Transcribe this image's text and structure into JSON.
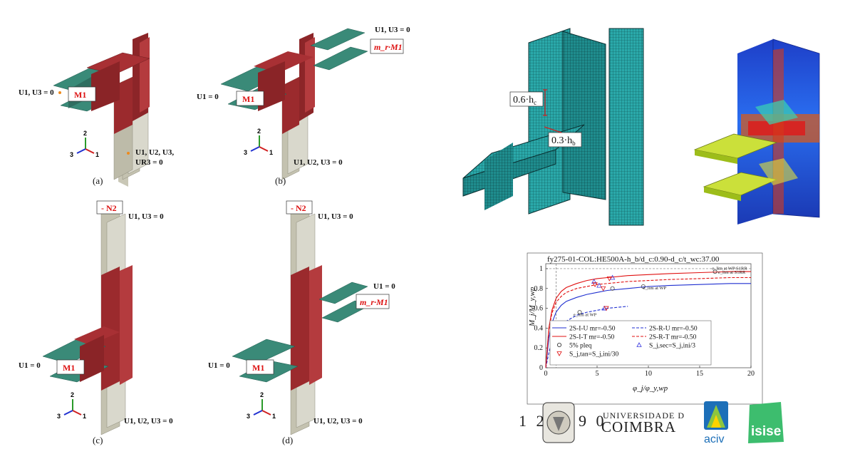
{
  "panels": [
    {
      "caption": "(a)",
      "load": "M1",
      "bcs": [
        "U1, U3 = 0",
        "U1, U2, U3,",
        "UR3 = 0"
      ]
    },
    {
      "caption": "(b)",
      "load": "m_r·M1",
      "load_main": "M1",
      "bcs": [
        "U1, U3 = 0",
        "U1 = 0",
        "U1, U2, U3 = 0"
      ]
    },
    {
      "caption": "(c)",
      "load": "M1",
      "axial": "- N2",
      "bcs": [
        "U1, U3 = 0",
        "U1 = 0",
        "U1, U2, U3 = 0"
      ]
    },
    {
      "caption": "(d)",
      "load": "M1",
      "load_r": "m_r·M1",
      "axial": "- N2",
      "bcs": [
        "U1, U3 = 0",
        "U1 = 0",
        "U1 = 0",
        "U1, U2, U3 = 0"
      ]
    }
  ],
  "axes": {
    "x": "1",
    "y": "2",
    "z": "3"
  },
  "mesh": {
    "label_hc": "0.6·h",
    "sub_c": "c",
    "label_hb": "0.3·h",
    "sub_b": "b"
  },
  "chart_data": {
    "type": "line",
    "title": "fy275-01-COL:HE500A-h_b/d_c:0.90-d_c/t_wc:37.00",
    "xlabel": "φ_j/φ_y,wp",
    "ylabel": "M_j/M_y,wp",
    "xlim": [
      0,
      20
    ],
    "ylim": [
      0,
      1.05
    ],
    "xticks": [
      0,
      5,
      10,
      15,
      20
    ],
    "yticks": [
      0,
      0.2,
      0.4,
      0.6,
      0.8,
      1
    ],
    "series": [
      {
        "name": "2S-I-U mr=-0.50",
        "color": "#1f2fd0",
        "dash": "solid",
        "x": [
          0,
          0.3,
          0.6,
          1,
          1.5,
          2,
          3,
          4,
          5,
          6,
          8,
          10,
          12,
          15,
          18,
          20
        ],
        "y": [
          0,
          0.3,
          0.45,
          0.56,
          0.63,
          0.67,
          0.71,
          0.74,
          0.76,
          0.78,
          0.8,
          0.82,
          0.83,
          0.84,
          0.85,
          0.85
        ]
      },
      {
        "name": "2S-I-T mr=-0.50",
        "color": "#e01010",
        "dash": "solid",
        "x": [
          0,
          0.3,
          0.6,
          1,
          1.5,
          2,
          3,
          4,
          5,
          6,
          8,
          10,
          12,
          15,
          18,
          20
        ],
        "y": [
          0,
          0.4,
          0.58,
          0.7,
          0.77,
          0.81,
          0.85,
          0.88,
          0.9,
          0.91,
          0.93,
          0.94,
          0.95,
          0.96,
          0.97,
          0.97
        ]
      },
      {
        "name": "2S-R-U mr=-0.50",
        "color": "#1f2fd0",
        "dash": "dashed",
        "x": [
          0,
          0.3,
          0.6,
          1,
          1.5,
          2,
          3,
          4,
          5,
          6,
          7,
          8
        ],
        "y": [
          0,
          0.15,
          0.27,
          0.35,
          0.42,
          0.47,
          0.53,
          0.56,
          0.58,
          0.6,
          0.61,
          0.62
        ]
      },
      {
        "name": "2S-R-T mr=-0.50",
        "color": "#e01010",
        "dash": "dashed",
        "x": [
          0,
          0.3,
          0.6,
          1,
          1.5,
          2,
          3,
          4,
          5,
          6,
          8,
          10,
          12,
          15,
          18,
          20
        ],
        "y": [
          0,
          0.38,
          0.55,
          0.66,
          0.72,
          0.76,
          0.8,
          0.82,
          0.84,
          0.85,
          0.87,
          0.88,
          0.89,
          0.9,
          0.91,
          0.91
        ]
      }
    ],
    "markers": [
      {
        "series": "2S-I-U mr=-0.50",
        "kind": "circle",
        "x": 9.5,
        "y": 0.82
      },
      {
        "series": "2S-I-T mr=-0.50",
        "kind": "circle",
        "x": 16.5,
        "y": 0.97
      },
      {
        "series": "2S-R-U mr=-0.50",
        "kind": "circle",
        "x": 3.3,
        "y": 0.56
      },
      {
        "series": "2S-R-T mr=-0.50",
        "kind": "circle",
        "x": 6.5,
        "y": 0.8
      },
      {
        "series": "2S-I-T mr=-0.50",
        "kind": "triangle",
        "x": 6.5,
        "y": 0.91
      },
      {
        "series": "2S-I-U mr=-0.50",
        "kind": "triangle",
        "x": 5.2,
        "y": 0.83
      },
      {
        "series": "2S-R-U mr=-0.50",
        "kind": "triangle",
        "x": 5.7,
        "y": 0.6
      },
      {
        "series": "2S-R-T mr=-0.50",
        "kind": "triangle",
        "x": 4.7,
        "y": 0.87
      },
      {
        "series": "2S-I-T mr=-0.50",
        "kind": "triangle-down",
        "x": 6.2,
        "y": 0.9
      },
      {
        "series": "2S-I-U mr=-0.50",
        "kind": "triangle-down",
        "x": 5.6,
        "y": 0.8
      },
      {
        "series": "2S-R-U mr=-0.50",
        "kind": "triangle-down",
        "x": 5.9,
        "y": 0.6
      },
      {
        "series": "2S-R-T mr=-0.50",
        "kind": "triangle-down",
        "x": 4.8,
        "y": 0.84
      }
    ],
    "annotations": [
      {
        "text": "e_lim at WP",
        "x": 9.5,
        "y": 0.79
      },
      {
        "text": "e_lim at S1RR",
        "x": 16.8,
        "y": 0.95
      },
      {
        "text": "e_lim at WP S1RR",
        "x": 16.2,
        "y": 0.99
      },
      {
        "text": "e_lim at WP",
        "x": 2.7,
        "y": 0.52
      }
    ],
    "legend": [
      {
        "label": "2S-I-U mr=-0.50",
        "color": "#1f2fd0",
        "style": "solid"
      },
      {
        "label": "2S-R-U mr=-0.50",
        "color": "#1f2fd0",
        "style": "dashed"
      },
      {
        "label": "2S-I-T mr=-0.50",
        "color": "#e01010",
        "style": "solid"
      },
      {
        "label": "2S-R-T mr=-0.50",
        "color": "#e01010",
        "style": "dashed"
      },
      {
        "label": "5% pleq",
        "color": "#222222",
        "style": "circle"
      },
      {
        "label": "S_j,sec=S_j,ini/3",
        "color": "#3a3ae0",
        "style": "triangle"
      },
      {
        "label": "S_j,tan=S_j,ini/30",
        "color": "#e01010",
        "style": "triangle-down"
      }
    ]
  },
  "logos": {
    "year_left": "1 2",
    "year_right": "9 0",
    "univ_line1": "UNIVERSIDADE D",
    "univ_line2": "COIMBRA",
    "aciv": "aciv",
    "isise": "isise"
  }
}
